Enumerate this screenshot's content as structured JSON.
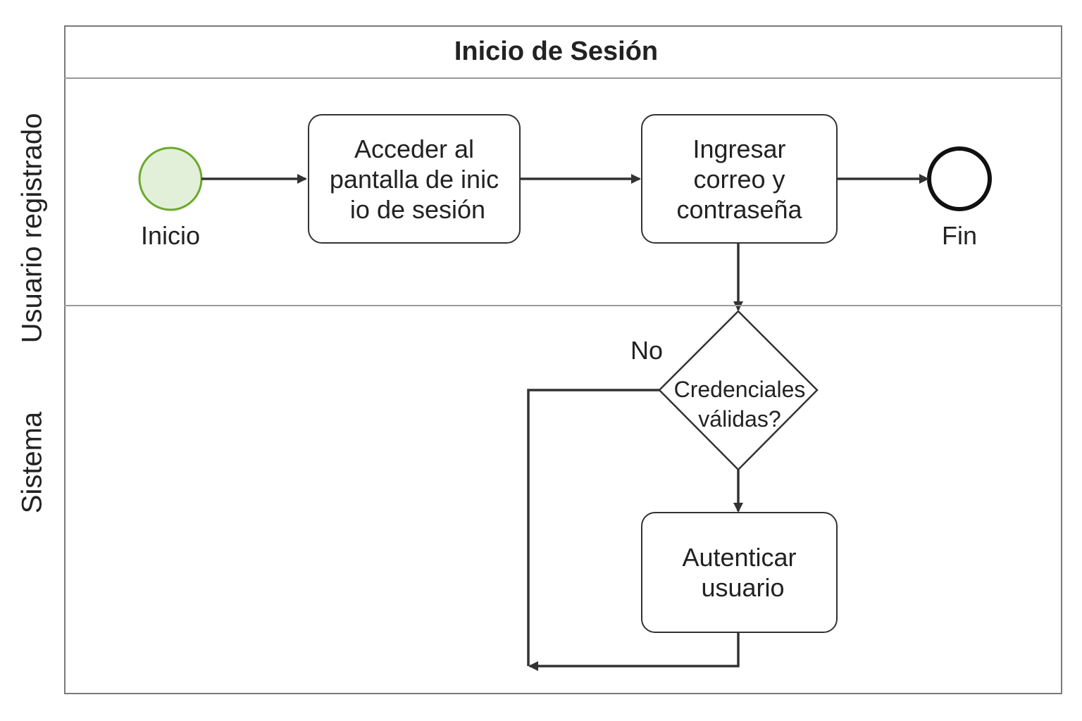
{
  "diagram": {
    "pool_title": "Inicio de Sesión",
    "lanes": [
      {
        "label": "Usuario registrado"
      },
      {
        "label": "Sistema"
      }
    ],
    "events": {
      "start": {
        "label": "Inicio",
        "fill": "#e2efd9",
        "stroke": "#6aaa2a"
      },
      "end": {
        "label": "Fin",
        "stroke": "#111111"
      }
    },
    "tasks": {
      "access": "Acceder al\npantalla de inic\n io de sesión",
      "enter": "Ingresar\ncorreo y\ncontraseña",
      "auth": "Autenticar\n usuario"
    },
    "gateway": {
      "label": "Credenciales\nválidas?",
      "no_label": "No"
    }
  }
}
